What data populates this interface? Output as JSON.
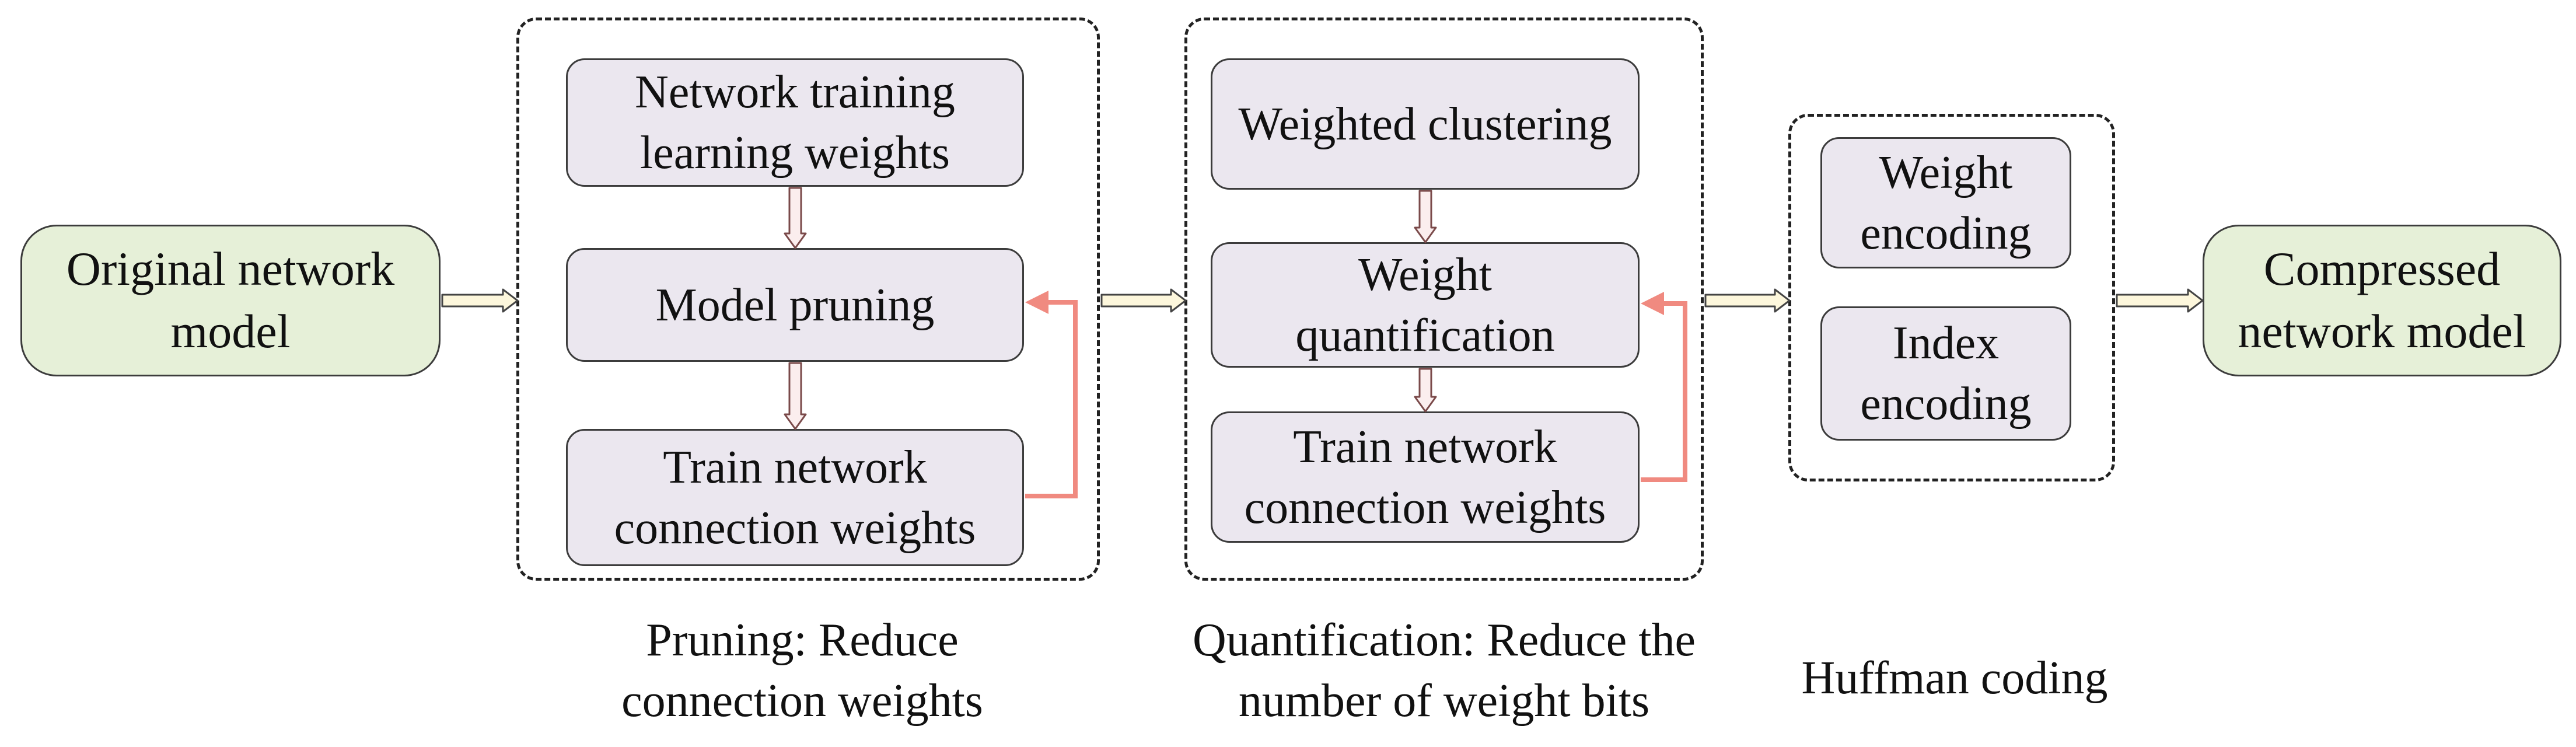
{
  "nodes": {
    "original": "Original network\nmodel",
    "training": "Network training\nlearning weights",
    "pruning": "Model pruning",
    "retrain1": "Train network\nconnection weights",
    "clustering": "Weighted clustering",
    "quant": "Weight\nquantification",
    "retrain2": "Train network\nconnection weights",
    "weight_enc": "Weight\nencoding",
    "index_enc": "Index\nencoding",
    "compressed": "Compressed\nnetwork model"
  },
  "captions": {
    "pruning": "Pruning: Reduce\nconnection weights",
    "quant": "Quantification: Reduce the\nnumber of weight bits",
    "huffman": "Huffman coding"
  },
  "colors": {
    "terminal_fill": "#e6f0d8",
    "step_fill": "#ebe7ef",
    "feedback_arrow": "#f08a80",
    "flow_arrow_fill": "#fdf7dc"
  }
}
